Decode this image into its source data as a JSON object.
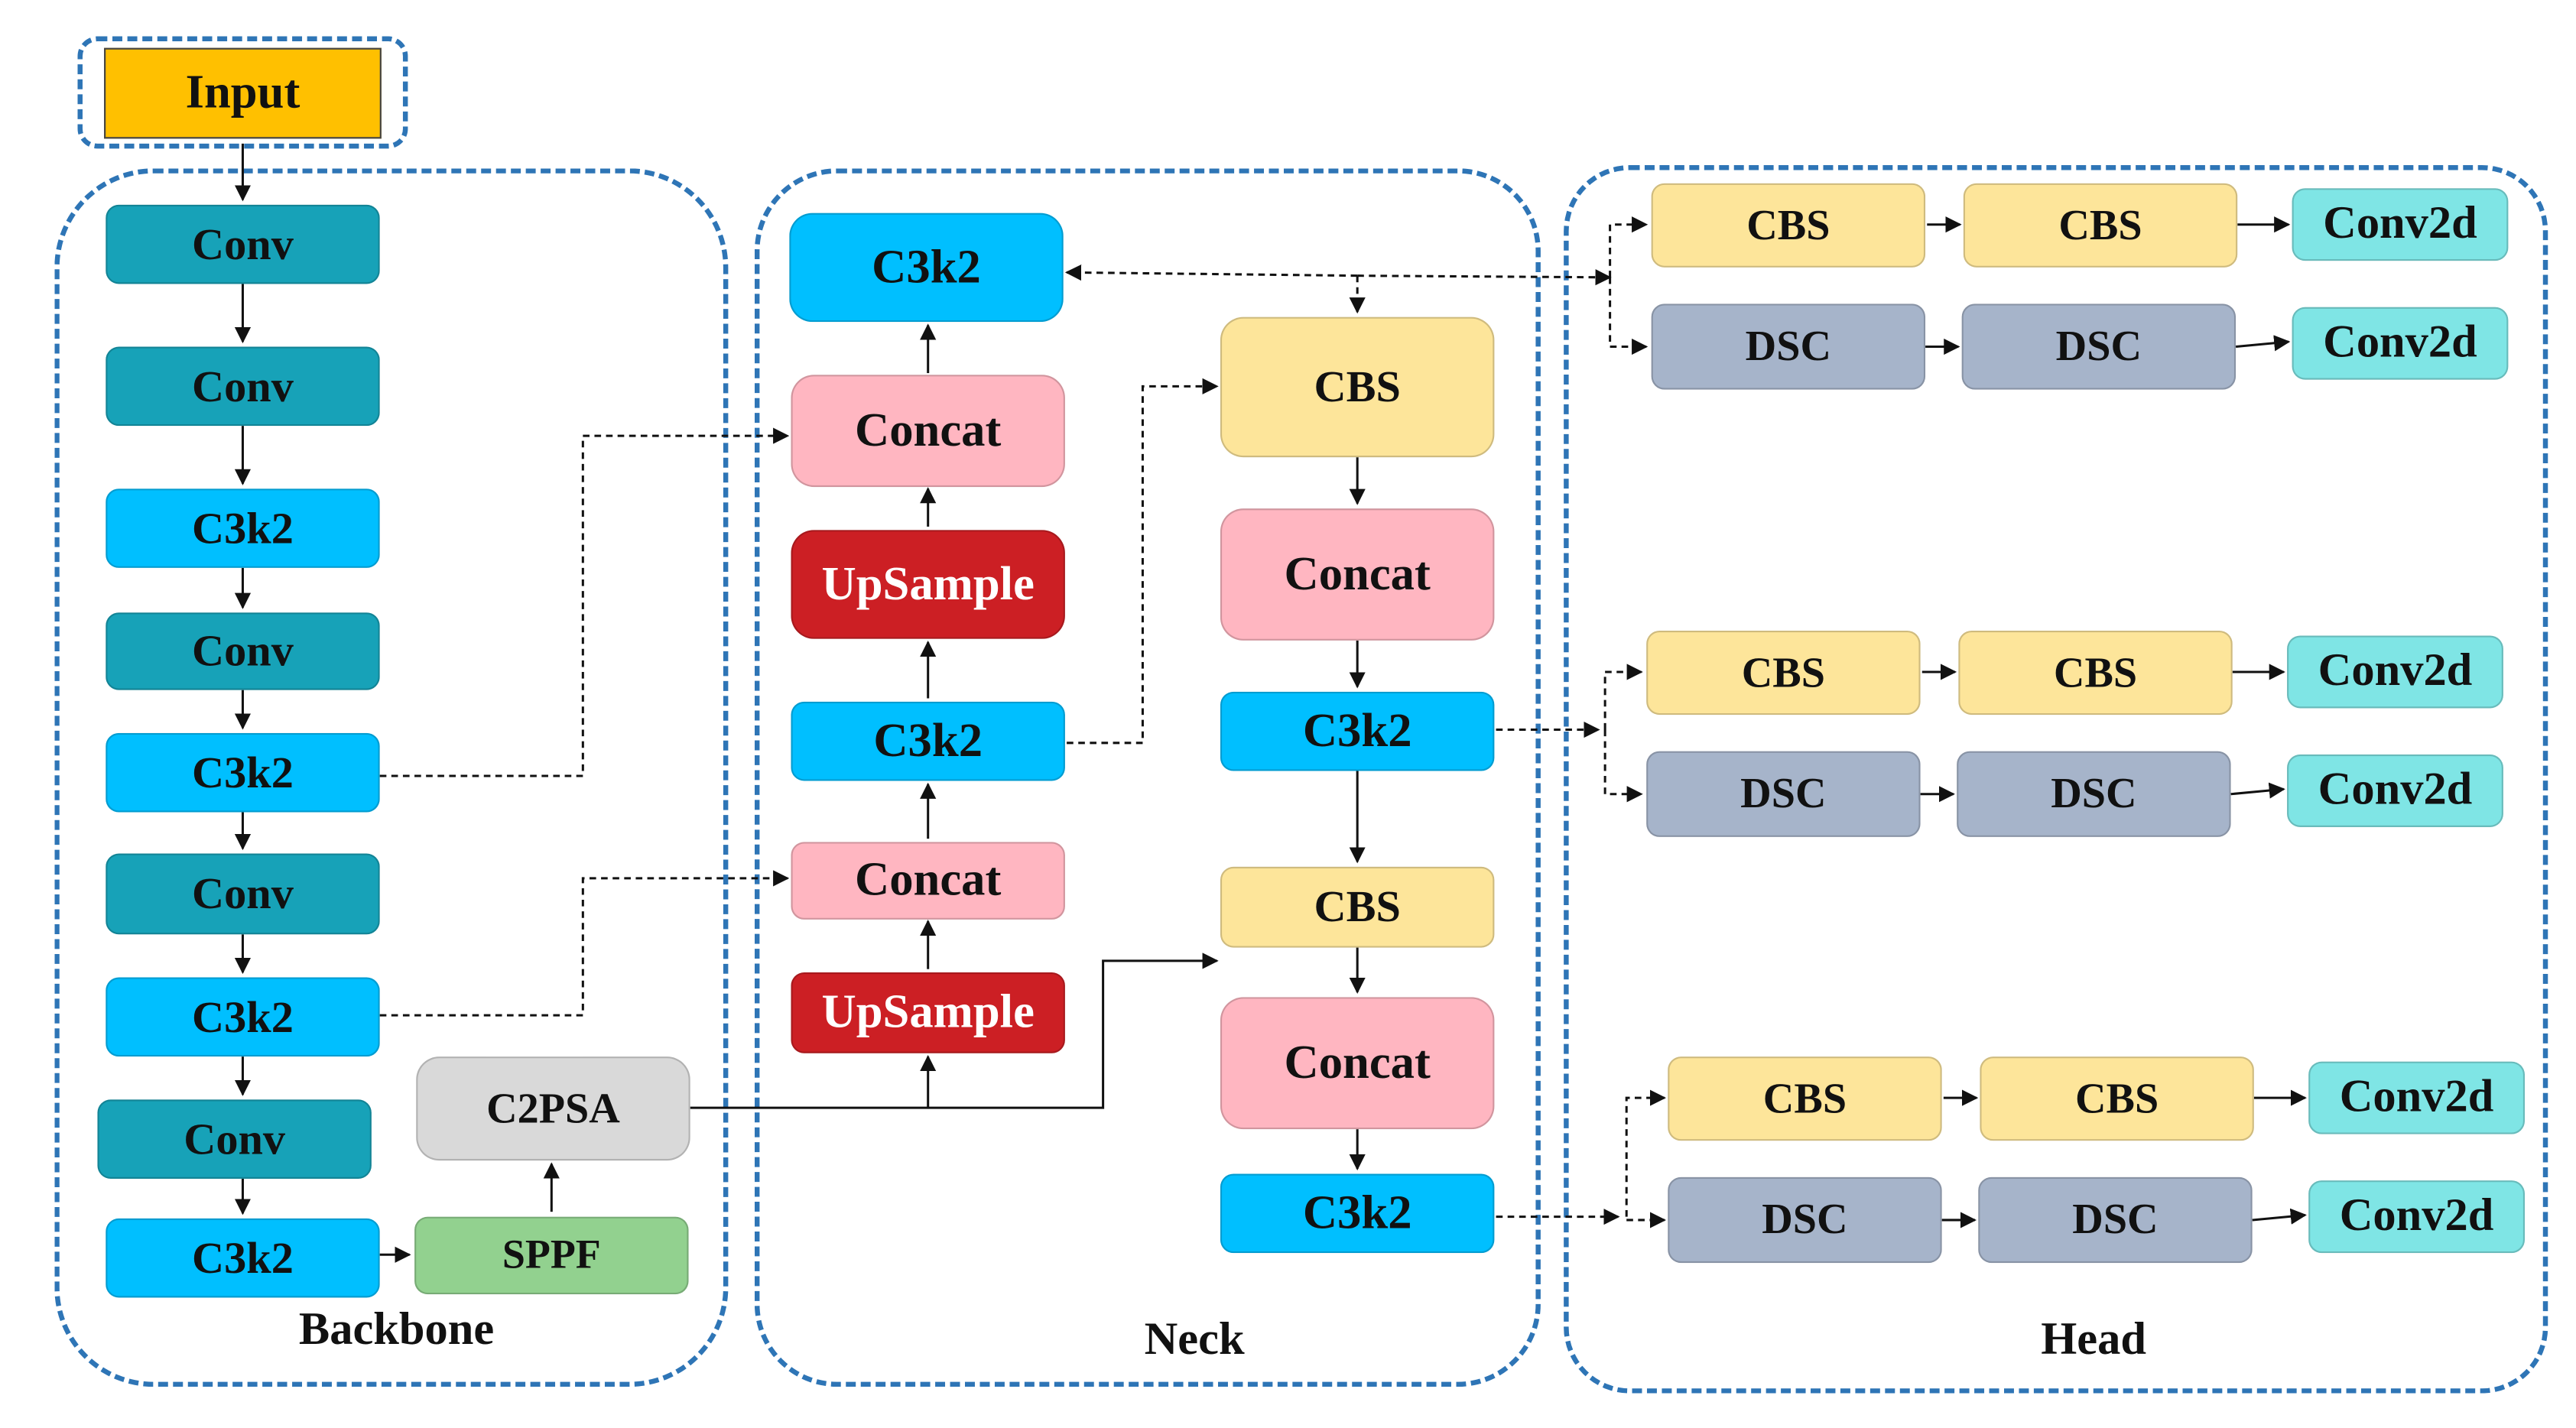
{
  "colors": {
    "region_border": "#2E75B6",
    "input": "#FFC000",
    "conv": "#17A2B8",
    "c3k2": "#00BFFF",
    "cbs": "#FDE59A",
    "concat": "#FFB6C1",
    "upsample": "#CC1F24",
    "c2psa": "#D9D9D9",
    "sppf": "#92D18F",
    "dsc": "#A6B4CA",
    "conv2d": "#7FE5E5"
  },
  "regions": {
    "backbone": "Backbone",
    "neck": "Neck",
    "head": "Head"
  },
  "input": "Input",
  "backbone": [
    "Conv",
    "Conv",
    "C3k2",
    "Conv",
    "C3k2",
    "Conv",
    "C3k2",
    "Conv",
    "C3k2"
  ],
  "backbone_side": {
    "sppf": "SPPF",
    "c2psa": "C2PSA"
  },
  "neck_left": [
    "C3k2",
    "Concat",
    "UpSample",
    "C3k2",
    "Concat",
    "UpSample"
  ],
  "neck_right": [
    "CBS",
    "Concat",
    "C3k2",
    "CBS",
    "Concat",
    "C3k2"
  ],
  "head": [
    {
      "top": [
        "CBS",
        "CBS",
        "Conv2d"
      ],
      "bottom": [
        "DSC",
        "DSC",
        "Conv2d"
      ]
    },
    {
      "top": [
        "CBS",
        "CBS",
        "Conv2d"
      ],
      "bottom": [
        "DSC",
        "DSC",
        "Conv2d"
      ]
    },
    {
      "top": [
        "CBS",
        "CBS",
        "Conv2d"
      ],
      "bottom": [
        "DSC",
        "DSC",
        "Conv2d"
      ]
    }
  ]
}
